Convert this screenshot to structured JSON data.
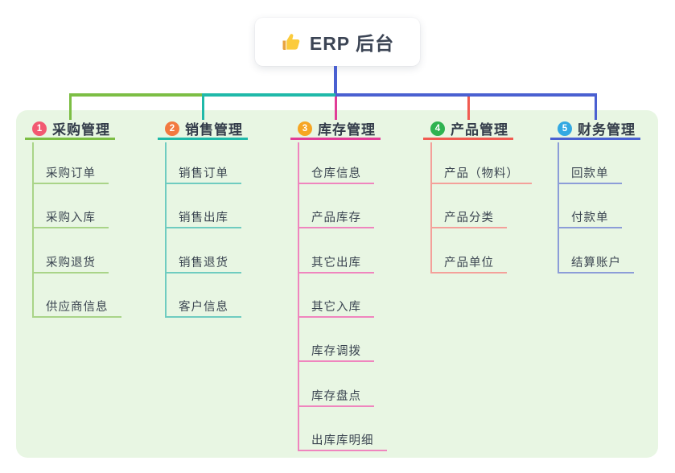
{
  "root": {
    "label": "ERP 后台",
    "icon": "thumbs-up-icon",
    "card_bg": "#ffffff",
    "stem_color": "#4a60d1"
  },
  "panel": {
    "bg_color": "#e8f6e3"
  },
  "branches": [
    {
      "badge": "1",
      "title": "采购管理",
      "badge_color": "#f25971",
      "line_color": "#7cbe44",
      "child_line_color": "#a9d488",
      "children": [
        "采购订单",
        "采购入库",
        "采购退货",
        "供应商信息"
      ]
    },
    {
      "badge": "2",
      "title": "销售管理",
      "badge_color": "#f27940",
      "line_color": "#1fb9a9",
      "child_line_color": "#6fccc0",
      "children": [
        "销售订单",
        "销售出库",
        "销售退货",
        "客户信息"
      ]
    },
    {
      "badge": "3",
      "title": "库存管理",
      "badge_color": "#f6a623",
      "line_color": "#e13c97",
      "child_line_color": "#ef85be",
      "children": [
        "仓库信息",
        "产品库存",
        "其它出库",
        "其它入库",
        "库存调拨",
        "库存盘点",
        "出库库明细"
      ]
    },
    {
      "badge": "4",
      "title": "产品管理",
      "badge_color": "#2fb351",
      "line_color": "#f15b51",
      "child_line_color": "#f4a09a",
      "children": [
        "产品（物料）",
        "产品分类",
        "产品单位"
      ]
    },
    {
      "badge": "5",
      "title": "财务管理",
      "badge_color": "#33a9e2",
      "line_color": "#4a60d1",
      "child_line_color": "#8c9dd8",
      "children": [
        "回款单",
        "付款单",
        "结算账户"
      ]
    }
  ]
}
